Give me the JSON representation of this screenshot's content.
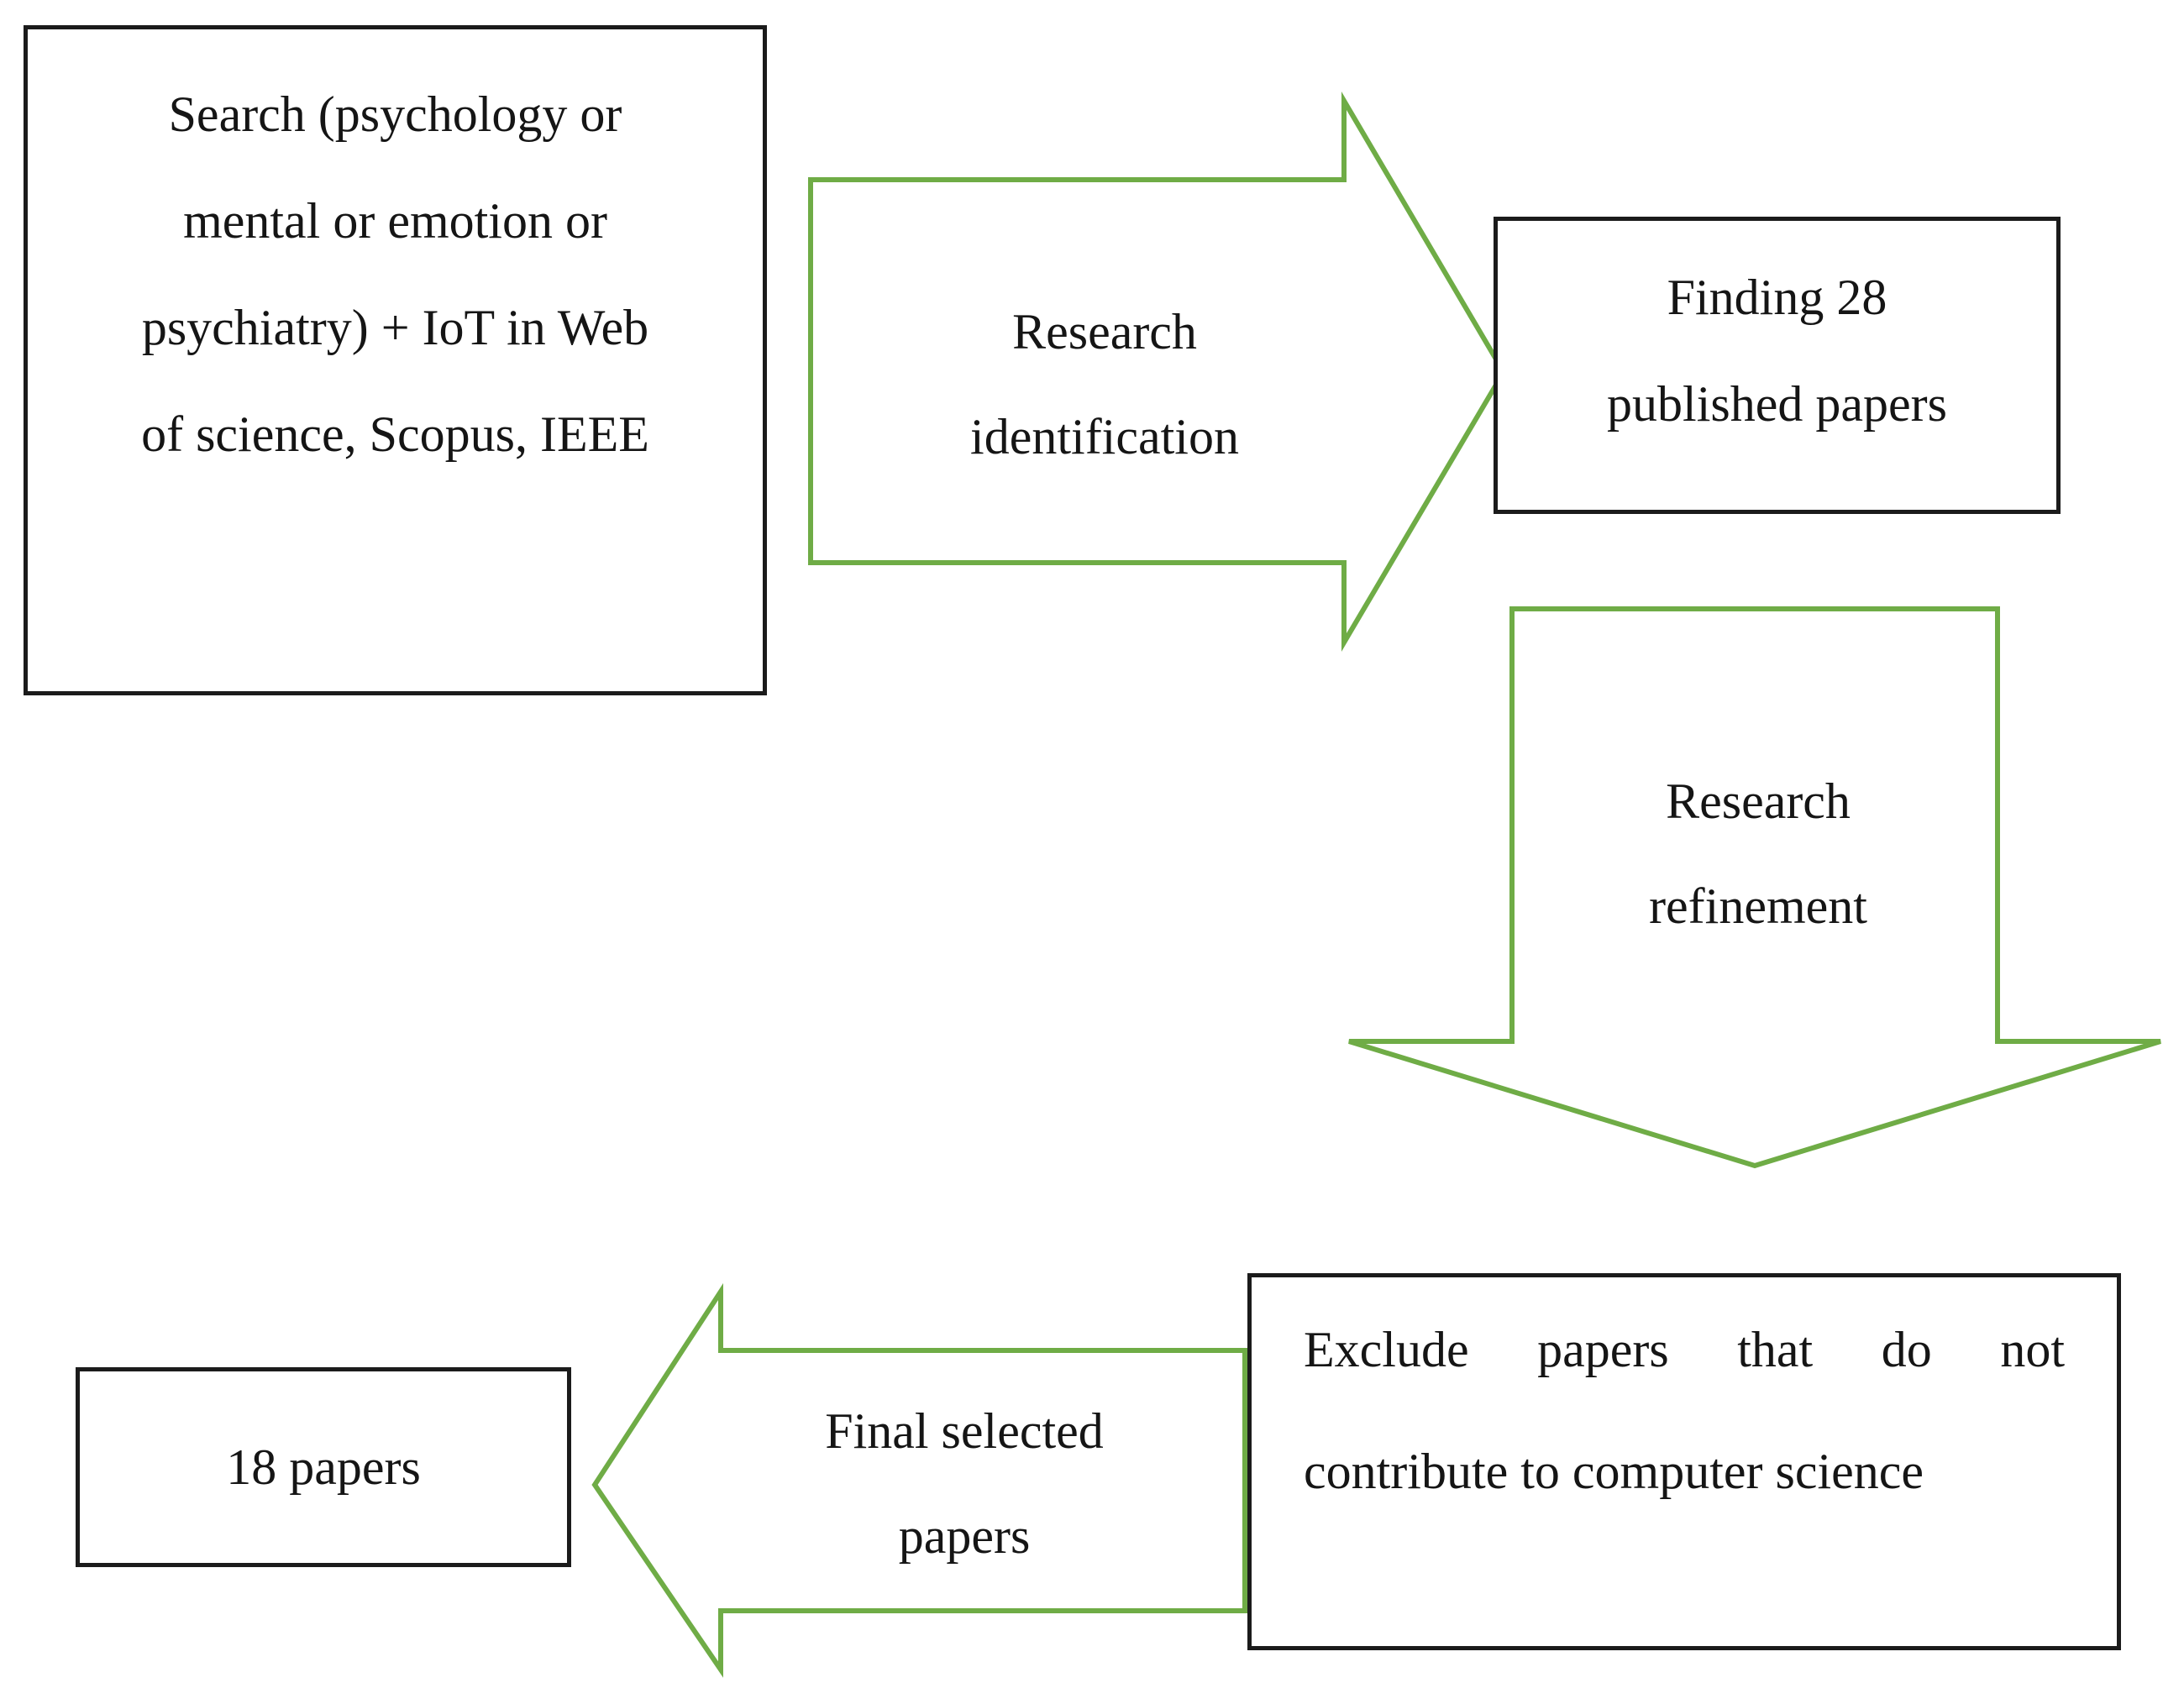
{
  "figure": {
    "type": "flowchart",
    "description": "Research paper selection process flow diagram"
  },
  "boxes": {
    "search": {
      "lines": [
        "Search (psychology or",
        "mental or emotion or",
        "psychiatry) + IoT in Web",
        "of science, Scopus, IEEE"
      ]
    },
    "finding": {
      "lines": [
        "Finding 28",
        "published papers"
      ],
      "count": 28
    },
    "exclude": {
      "lines": [
        "Exclude papers that do not",
        "contribute to computer science"
      ]
    },
    "final": {
      "text": "18 papers",
      "count": 18
    }
  },
  "arrows": {
    "identification": {
      "direction": "right",
      "lines": [
        "Research",
        "identification"
      ]
    },
    "refinement": {
      "direction": "down",
      "lines": [
        "Research",
        "refinement"
      ]
    },
    "final_selected": {
      "direction": "left",
      "lines": [
        "Final selected",
        "papers"
      ]
    }
  },
  "colors": {
    "arrow_green": "#6FAC46",
    "box_border": "#1B1B1B",
    "text": "#151515",
    "background": "#FFFFFF"
  }
}
